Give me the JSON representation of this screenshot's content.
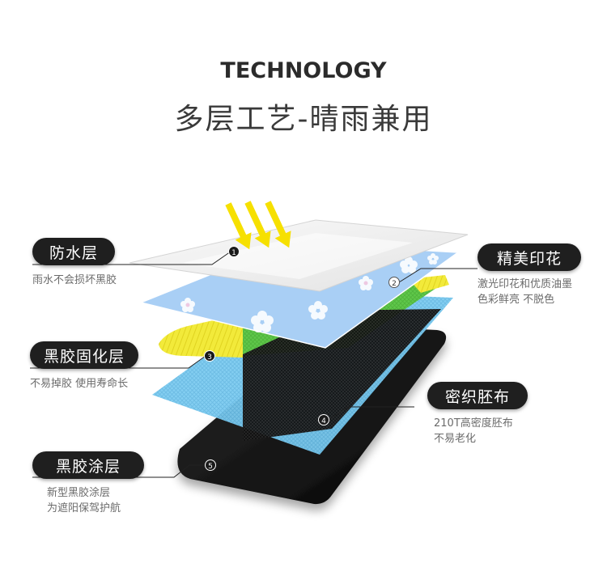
{
  "header": {
    "title_en": "TECHNOLOGY",
    "title_cn": "多层工艺-晴雨兼用"
  },
  "layers": [
    {
      "number": "1",
      "label": "防水层",
      "desc1": "雨水不会损坏黑胶",
      "desc2": ""
    },
    {
      "number": "2",
      "label": "精美印花",
      "desc1": "激光印花和优质油墨",
      "desc2": "色彩鲜亮 不脱色"
    },
    {
      "number": "3",
      "label": "黑胶固化层",
      "desc1": "不易掉胶 使用寿命长",
      "desc2": ""
    },
    {
      "number": "4",
      "label": "密织胚布",
      "desc1": "210T高密度胚布",
      "desc2": "不易老化"
    },
    {
      "number": "5",
      "label": "黑胶涂层",
      "desc1": "新型黑胶涂层",
      "desc2": "为遮阳保驾护航"
    }
  ],
  "colors": {
    "sun_arrow": "#f6e000",
    "print_layer": "#a9cff5",
    "yellow_fabric": "#f2ea3a",
    "green_fabric": "#5fc74a",
    "blue_fabric": "#7ccbf0",
    "black_coating": "#151515",
    "pill_bg": "#1f1f1f"
  }
}
